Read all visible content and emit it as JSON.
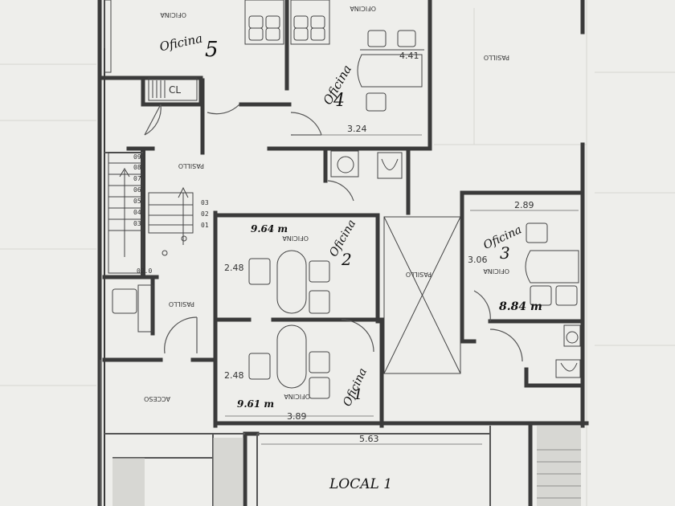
{
  "colors": {
    "paper": "#eeeeeb",
    "wall": "#3a3a3a",
    "ink": "#111111",
    "line": "#555555"
  },
  "rooms": {
    "office5": {
      "label": "Oficina",
      "number": "5",
      "stamp": "OFICINA"
    },
    "office4": {
      "label": "Oficina",
      "number": "4",
      "stamp": "OFICINA",
      "dim_top": "4.41",
      "dim_bottom": "3.24"
    },
    "office3": {
      "label": "Oficina",
      "number": "3",
      "stamp": "OFICINA",
      "dim_top": "2.89",
      "dim_side": "3.06",
      "area": "8.84 m"
    },
    "office2": {
      "label": "Oficina",
      "number": "2",
      "stamp": "OFICINA",
      "area": "9.64 m",
      "dim_side": "2.48"
    },
    "office1": {
      "label": "Oficina",
      "number": "1",
      "stamp": "OFICINA",
      "area": "9.61 m",
      "dim_side": "2.48",
      "dim_bottom": "3.89"
    },
    "local1": {
      "label": "LOCAL 1",
      "dim_top": "5.63"
    }
  },
  "labels": {
    "closet": "CL",
    "hall1": "PASILLO",
    "hall2": "PASILLO",
    "hall3": "PASILLO",
    "hall4": "PASILLO",
    "access": "ACCESO"
  },
  "stairs": {
    "left_steps": [
      "09",
      "08",
      "07",
      "06",
      "05",
      "04",
      "03"
    ],
    "right_steps": [
      "03",
      "02",
      "01"
    ],
    "landing": "02.0"
  }
}
